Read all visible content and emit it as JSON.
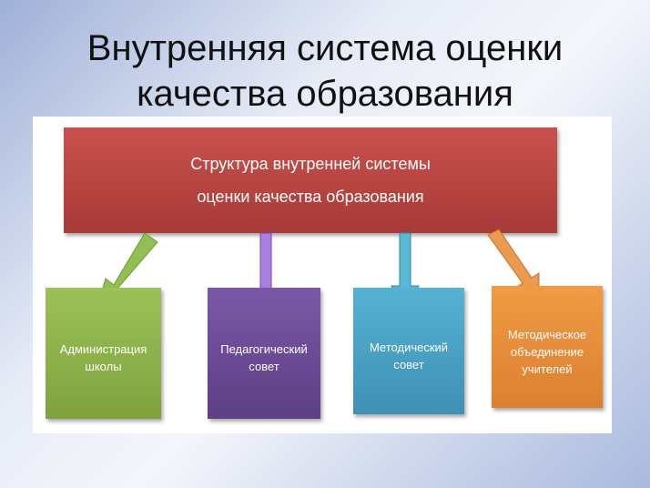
{
  "title": {
    "line1": "Внутренняя система оценки",
    "line2": "качества образования"
  },
  "root": {
    "line1": "Структура внутренней системы",
    "line2": "оценки качества образования",
    "color": "#b8443f"
  },
  "children": [
    {
      "line1": "Администрация",
      "line2": "школы",
      "line3": "",
      "color": "#8db04a"
    },
    {
      "line1": "Педагогический",
      "line2": "совет",
      "line3": "",
      "color": "#6a4a92"
    },
    {
      "line1": "Методический",
      "line2": "совет",
      "line3": "",
      "color": "#4aa3c6"
    },
    {
      "line1": "Методическое",
      "line2": "объединение",
      "line3": "учителей",
      "color": "#e8903a"
    }
  ]
}
